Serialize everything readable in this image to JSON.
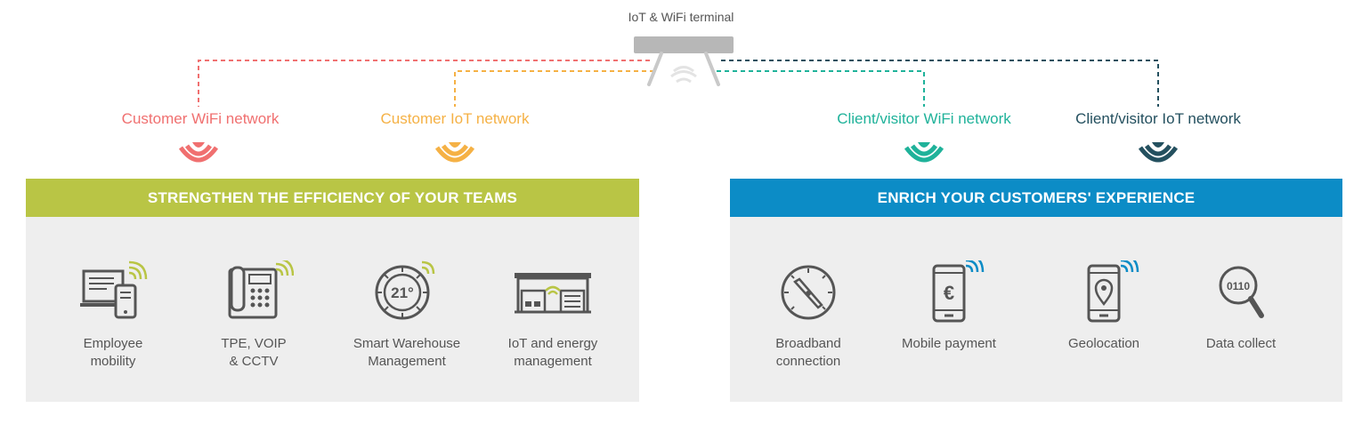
{
  "terminal": {
    "label": "IoT & WiFi terminal",
    "icon": "wifi-terminal-icon"
  },
  "networks": [
    {
      "label": "Customer WiFi network",
      "color": "#f07070"
    },
    {
      "label": "Customer IoT network",
      "color": "#f5b145"
    },
    {
      "label": "Client/visitor WiFi network",
      "color": "#1fb29a"
    },
    {
      "label": "Client/visitor IoT network",
      "color": "#24505f"
    }
  ],
  "panels": {
    "left": {
      "title": "STRENGTHEN THE EFFICIENCY OF YOUR TEAMS",
      "color": "#b9c545",
      "items": [
        {
          "caption": "Employee\nmobility",
          "icon": "devices-icon"
        },
        {
          "caption": "TPE, VOIP\n& CCTV",
          "icon": "desk-phone-icon"
        },
        {
          "caption": "Smart Warehouse\nManagement",
          "icon": "thermostat-icon",
          "value": "21°"
        },
        {
          "caption": "IoT and energy\nmanagement",
          "icon": "warehouse-icon"
        }
      ]
    },
    "right": {
      "title": "ENRICH YOUR CUSTOMERS' EXPERIENCE",
      "color": "#0c8cc6",
      "items": [
        {
          "caption": "Broadband\nconnection",
          "icon": "speedometer-icon"
        },
        {
          "caption": "Mobile payment",
          "icon": "mobile-payment-icon",
          "value": "€"
        },
        {
          "caption": "Geolocation",
          "icon": "geolocation-icon"
        },
        {
          "caption": "Data collect",
          "icon": "data-magnifier-icon",
          "value": "0110"
        }
      ]
    }
  }
}
